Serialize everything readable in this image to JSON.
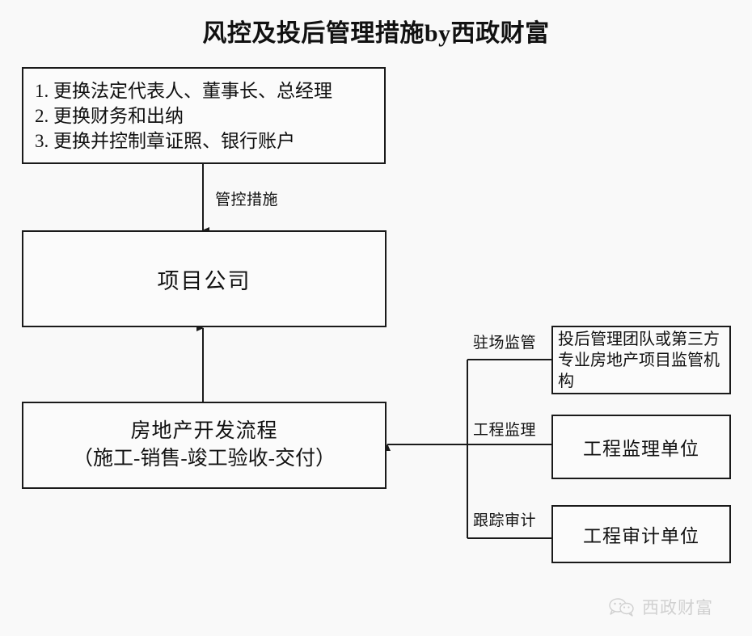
{
  "title": "风控及投后管理措施by西政财富",
  "colors": {
    "background": "#f9f9f9",
    "stroke": "#1a1a1a",
    "text": "#111111",
    "watermark": "#9a9a9a"
  },
  "control_measures_box": {
    "items": [
      "1. 更换法定代表人、董事长、总经理",
      "2. 更换财务和出纳",
      "3. 更换并控制章证照、银行账户"
    ]
  },
  "connector_labels": {
    "control_measures": "管控措施",
    "onsite_supervision": "驻场监管",
    "engineering_supervision": "工程监理",
    "tracking_audit": "跟踪审计"
  },
  "project_company_box": {
    "label": "项目公司"
  },
  "dev_process_box": {
    "line1": "房地产开发流程",
    "line2": "（施工-销售-竣工验收-交付）"
  },
  "right_boxes": [
    {
      "name": "supervision-team",
      "text": "投后管理团队或第三方专业房地产项目监管机构"
    },
    {
      "name": "engineering-supervisor",
      "text": "工程监理单位"
    },
    {
      "name": "engineering-audit",
      "text": "工程审计单位"
    }
  ],
  "watermark": {
    "icon": "wechat-icon",
    "text": "西政财富"
  }
}
